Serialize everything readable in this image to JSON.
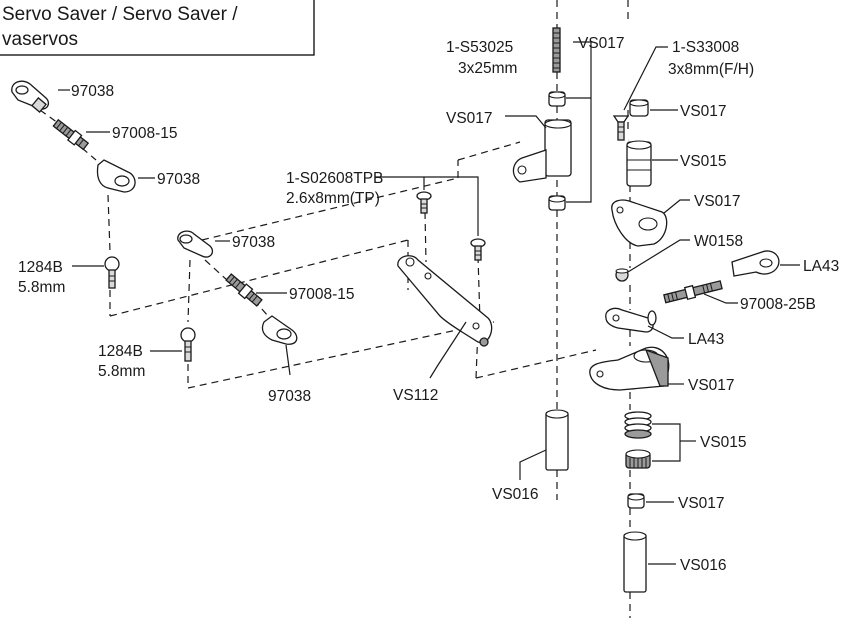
{
  "title": {
    "line1": "Servo Saver / Servo Saver /",
    "line2": "vaservos"
  },
  "labels": {
    "rod_end_top": "97038",
    "turnbuckle_left": "97008-15",
    "rod_end_left_mid": "97038",
    "ball_stud_left": "1284B",
    "ball_stud_left_size": "5.8mm",
    "rod_end_center_top": "97038",
    "turnbuckle_center": "97008-15",
    "ball_stud_center": "1284B",
    "ball_stud_center_size": "5.8mm",
    "rod_end_center_bottom": "97038",
    "screw_tp": "1-S02608TPB",
    "screw_tp_size": "2.6x8mm(TP)",
    "drag_link": "VS112",
    "screw_long": "1-S53025",
    "screw_long_size": "3x25mm",
    "vs017_top": "VS017",
    "vs017_arm": "VS017",
    "post_left": "VS016",
    "screw_fh": "1-S33008",
    "screw_fh_size": "3x8mm(F/H)",
    "vs017_collar": "VS017",
    "vs015_sleeve": "VS015",
    "vs017_horn": "VS017",
    "ball_w0158": "W0158",
    "la43_top": "LA43",
    "turnbuckle_right": "97008-25B",
    "la43_bottom": "LA43",
    "vs017_saver": "VS017",
    "vs015_spring": "VS015",
    "vs017_bottom": "VS017",
    "post_right": "VS016"
  }
}
